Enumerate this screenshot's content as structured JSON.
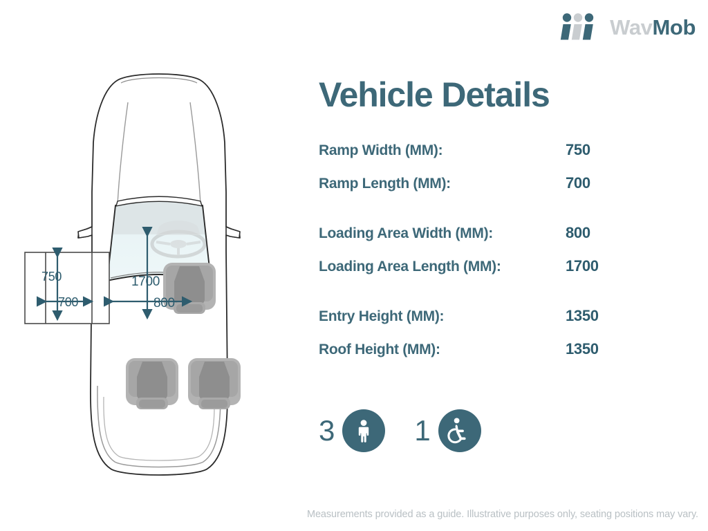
{
  "brand": {
    "name_light": "Wav",
    "name_dark": "Mob",
    "logo_icon": "wavmob-people-w-logo",
    "color_dark": "#3d6878",
    "color_light": "#c9cdd0"
  },
  "header": {
    "title": "Vehicle Details",
    "title_color": "#3d6878"
  },
  "specs": [
    {
      "label": "Ramp Width (MM):",
      "value": "750"
    },
    {
      "label": "Ramp Length (MM):",
      "value": "700"
    },
    {
      "label": "Loading Area Width (MM):",
      "value": "800"
    },
    {
      "label": "Loading Area Length (MM):",
      "value": "1700"
    },
    {
      "label": "Entry Height (MM):",
      "value": "1350"
    },
    {
      "label": "Roof Height (MM):",
      "value": "1350"
    }
  ],
  "capacity": {
    "seats": {
      "count": "3",
      "icon": "person-icon",
      "badge_color": "#3d6878"
    },
    "wheelchair": {
      "count": "1",
      "icon": "wheelchair-accessible-icon",
      "badge_color": "#3d6878"
    }
  },
  "diagram": {
    "name": "vehicle-top-down-plan-view",
    "dimensions": {
      "ramp_width": "750",
      "ramp_length": "700",
      "loading_area_length": "1700",
      "loading_area_width": "800"
    },
    "arrow_color": "#2e5c6e",
    "glass_color": "#e8f2f4",
    "seat_color": "#9b9b9b",
    "outline_color": "#2b2b2b"
  },
  "footer": {
    "note": "Measurements provided as a guide. Illustrative purposes only, seating positions may vary."
  }
}
